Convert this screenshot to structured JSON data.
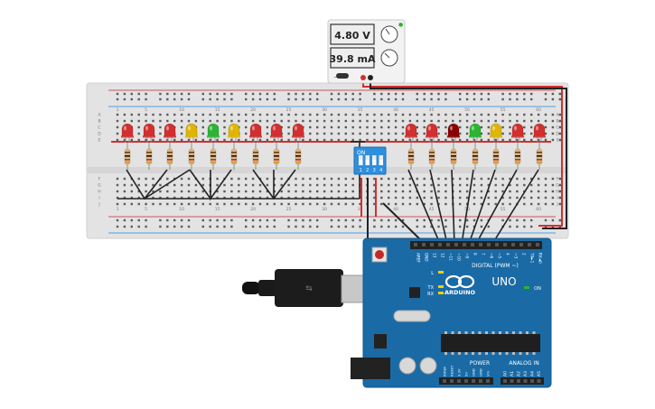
{
  "power_supply": {
    "voltage": "4.80 V",
    "current": "39.8 mA",
    "on_marker": "●",
    "minus_label": "−",
    "plus_label": "+"
  },
  "breadboard": {
    "column_numbers": [
      "1",
      "5",
      "10",
      "15",
      "20",
      "25",
      "30",
      "35",
      "40",
      "45",
      "50",
      "55",
      "60"
    ],
    "row_letters_top": [
      "A",
      "B",
      "C",
      "D",
      "E"
    ],
    "row_letters_bottom": [
      "F",
      "G",
      "H",
      "I",
      "J"
    ]
  },
  "dip_switch": {
    "on_label": "ON",
    "switch_numbers": [
      "1",
      "2",
      "3",
      "4"
    ]
  },
  "leds_left": [
    "#d32f2f",
    "#d32f2f",
    "#d32f2f",
    "#e0b500",
    "#2bb533",
    "#e0b500",
    "#d32f2f",
    "#d32f2f",
    "#d32f2f"
  ],
  "leds_right": [
    "#d32f2f",
    "#d32f2f",
    "#8b0000",
    "#2bb533",
    "#e0b500",
    "#d32f2f",
    "#d32f2f"
  ],
  "arduino": {
    "brand": "ARDUINO",
    "model": "UNO",
    "digital_label": "DIGITAL (PWM ~)",
    "power_label": "POWER",
    "analog_label": "ANALOG IN",
    "on_label": "ON",
    "l_label": "L",
    "tx_label": "TX",
    "rx_label": "RX",
    "top_pins": [
      "AREF",
      "GND",
      "13",
      "12",
      "~11",
      "~10",
      "~9",
      "8",
      "7",
      "~6",
      "~5",
      "4",
      "~3",
      "2",
      "TX►1",
      "RX◄0"
    ],
    "power_pins": [
      "IOREF",
      "RESET",
      "3.3V",
      "5V",
      "GND",
      "GND",
      "Vin"
    ],
    "analog_pins": [
      "A0",
      "A1",
      "A2",
      "A3",
      "A4",
      "A5"
    ]
  }
}
